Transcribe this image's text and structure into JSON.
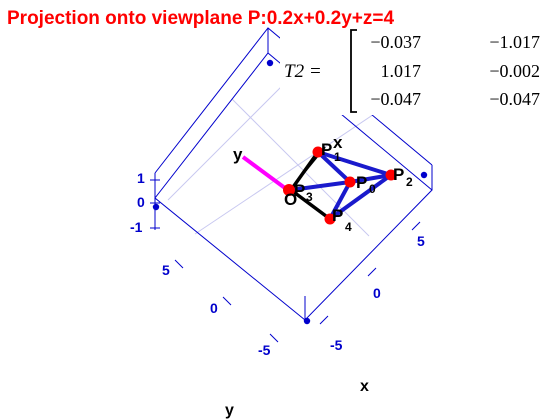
{
  "chart_data": {
    "type": "scatter",
    "title": "Projection onto viewplane P:0.2x+0.2y+z=4",
    "matrix": {
      "label": "T2 =",
      "rows": [
        [
          "−0.037",
          "−1.017"
        ],
        [
          "1.017",
          "−0.002"
        ],
        [
          "−0.047",
          "−0.047"
        ]
      ]
    },
    "axes": {
      "x": {
        "label": "x",
        "ticks": [
          "-5",
          "0",
          "5"
        ]
      },
      "y": {
        "label": "y",
        "ticks": [
          "-5",
          "0",
          "5"
        ]
      },
      "z": {
        "ticks": [
          "-1",
          "0",
          "1"
        ]
      }
    },
    "axis_markers": {
      "x_label": "x",
      "y_label": "y"
    },
    "points": [
      {
        "name": "P",
        "sub": "0"
      },
      {
        "name": "P",
        "sub": "1"
      },
      {
        "name": "P",
        "sub": "2"
      },
      {
        "name": "P",
        "sub": "3"
      },
      {
        "name": "P",
        "sub": "4"
      }
    ],
    "origin_label": "O",
    "edges_blue": [
      [
        "0",
        "1"
      ],
      [
        "0",
        "2"
      ],
      [
        "0",
        "3"
      ],
      [
        "0",
        "4"
      ],
      [
        "1",
        "2"
      ],
      [
        "2",
        "4"
      ]
    ],
    "edges_black": [
      [
        "1",
        "3"
      ],
      [
        "3",
        "4"
      ]
    ],
    "colors": {
      "title": "#ff0000",
      "axes": "#0000cc",
      "grid": "#c8c8f0",
      "edge_blue": "#1a1acc",
      "edge_black": "#000000",
      "y_axis_marker": "#ff00ff",
      "point": "#ff0000"
    }
  }
}
